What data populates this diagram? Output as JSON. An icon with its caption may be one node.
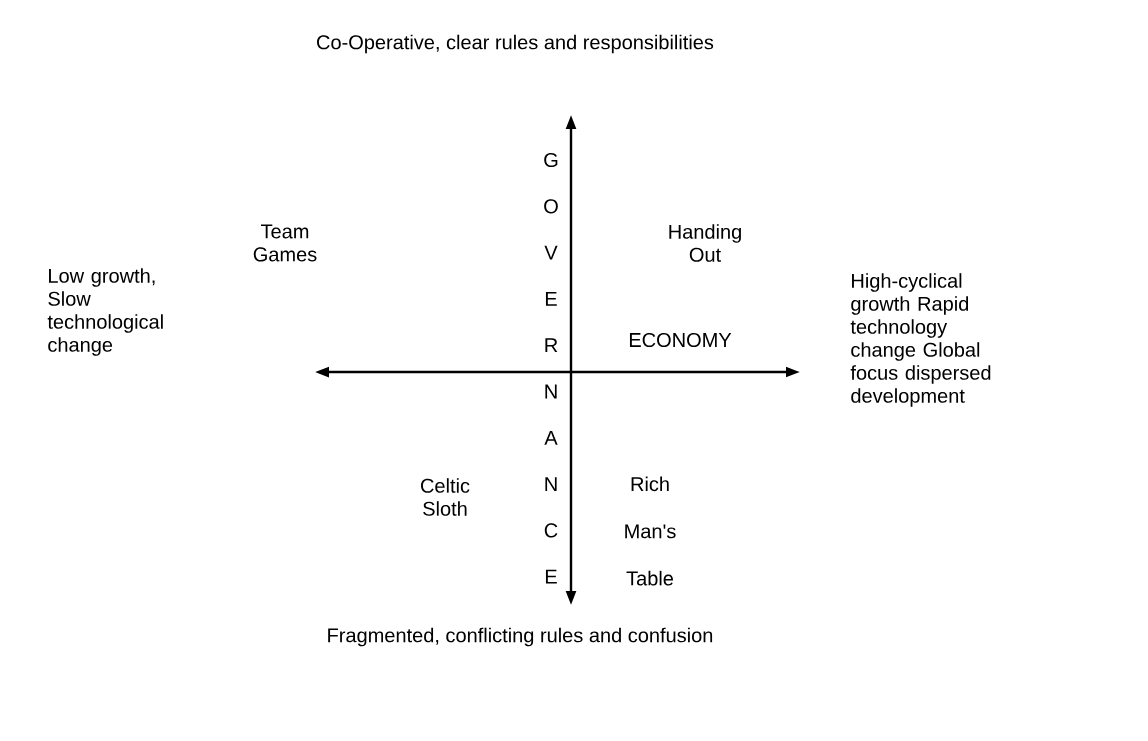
{
  "diagram": {
    "labels": [
      "Co-Operative, clear rules and responsibilities",
      "G",
      "O",
      "V",
      "E",
      "R",
      "N",
      "A",
      "N",
      "C",
      "E",
      "Team Games",
      "Handing Out",
      "Low growth, Slow technological change",
      "ECONOMY",
      "High-cyclical growth Rapid technology change Global focus dispersed development",
      "Celtic Sloth",
      "Rich Man's Table",
      "Fragmented, conflicting rules and confusion"
    ]
  }
}
